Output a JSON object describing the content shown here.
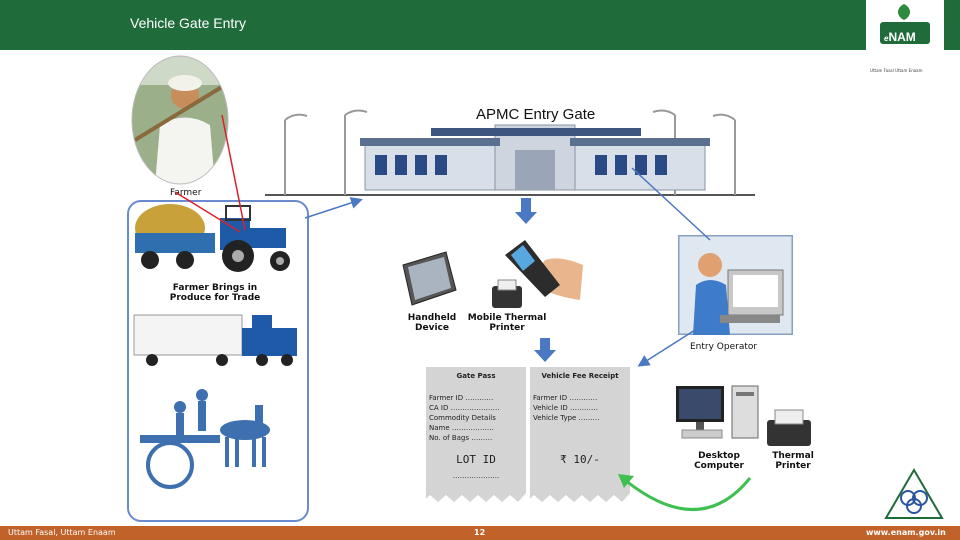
{
  "header": {
    "title": "Vehicle Gate Entry"
  },
  "logo": {
    "brand": "NAM",
    "prefix": "e",
    "tagline": "Uttam Fasal Uttam Enaam"
  },
  "scene": {
    "gate_label": "APMC Entry Gate",
    "farmer_label": "Farmer",
    "produce_label_line1": "Farmer Brings in",
    "produce_label_line2": "Produce for Trade",
    "handheld_line1": "Handheld",
    "handheld_line2": "Device",
    "printer_line1": "Mobile Thermal",
    "printer_line2": "Printer",
    "operator_label": "Entry Operator",
    "desktop_line1": "Desktop",
    "desktop_line2": "Computer",
    "thermal_line1": "Thermal",
    "thermal_line2": "Printer"
  },
  "gate_pass": {
    "title": "Gate Pass",
    "lines": [
      "Farmer ID …………",
      "CA ID …………………",
      "Commodity Details",
      "Name ………………",
      "No. of Bags ………"
    ],
    "lot": "LOT ID",
    "dots": "……………….."
  },
  "fee_receipt": {
    "title": "Vehicle Fee Receipt",
    "lines": [
      "Farmer ID …………",
      "Vehicle ID …………",
      "Vehicle Type ………"
    ],
    "amount": "₹ 10/-"
  },
  "footer": {
    "left": "Uttam Fasal, Uttam Enaam",
    "page": "12",
    "right": "www.enam.gov.in"
  },
  "colors": {
    "header_green": "#1f6b3a",
    "footer_orange": "#c0622a",
    "truck_blue": "#1e5aa8",
    "arrow_blue": "#4a78c2"
  }
}
